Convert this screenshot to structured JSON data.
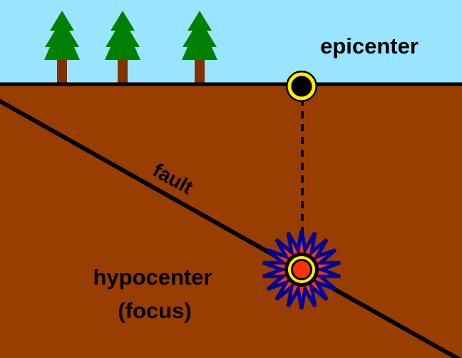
{
  "diagram": {
    "title": "Earthquake epicenter and hypocenter diagram",
    "labels": {
      "epicenter": "epicenter",
      "fault": "fault",
      "hypocenter_line1": "hypocenter",
      "hypocenter_line2": "(focus)"
    },
    "colors": {
      "sky": "#99e4ff",
      "ground": "#993d00",
      "tree_foliage": "#008000",
      "tree_trunk": "#803300",
      "line": "#000000",
      "marker_ring": "#ffee00",
      "burst_outline": "#000099",
      "burst_fill": "#ff3300"
    },
    "trees": [
      {
        "name": "tree-1"
      },
      {
        "name": "tree-2"
      },
      {
        "name": "tree-3"
      }
    ]
  }
}
